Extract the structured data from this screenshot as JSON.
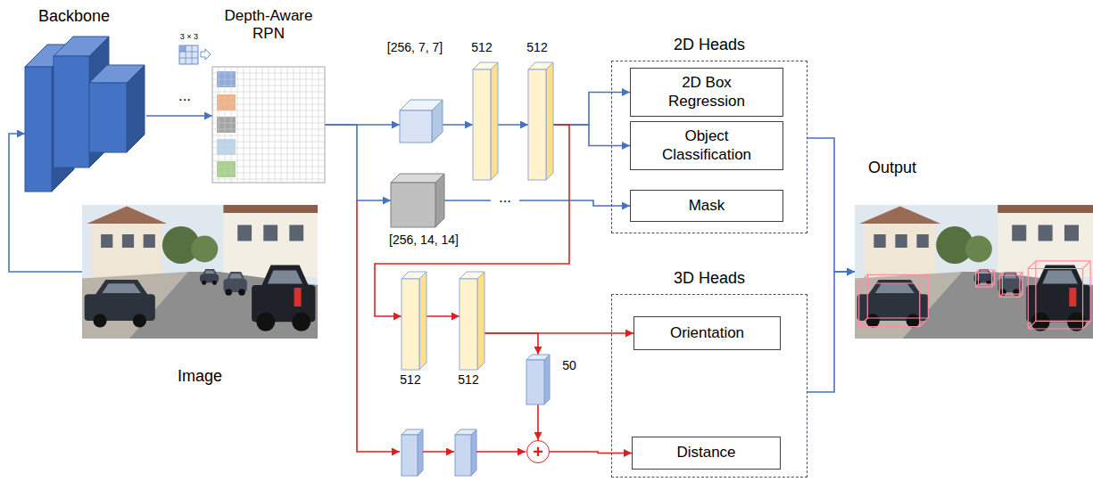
{
  "diagram": {
    "nodes": [
      {
        "text": [
          "Backbone"
        ]
      },
      {
        "text": [
          "Depth-Aware RPN"
        ]
      },
      {
        "text": [
          "Image"
        ]
      },
      {
        "text": [
          "[256, 7, 7]"
        ]
      },
      {
        "text": [
          "512"
        ]
      },
      {
        "text": [
          "512"
        ]
      },
      {
        "text": [
          "[256, 14, 14]"
        ]
      },
      {
        "text": [
          "2D Heads"
        ]
      },
      {
        "text": [
          "2D Box Regression"
        ],
        "in": 7
      },
      {
        "text": [
          "Object Classification"
        ],
        "in": 7
      },
      {
        "text": [
          "Mask"
        ],
        "in": 7
      },
      {
        "text": [
          "512"
        ]
      },
      {
        "text": [
          "512"
        ]
      },
      {
        "text": [
          "50"
        ]
      },
      {
        "text": [
          "+"
        ]
      },
      {
        "text": [
          "3D Heads"
        ]
      },
      {
        "text": [
          "Orientation"
        ],
        "in": 15
      },
      {
        "text": [
          "Distance"
        ],
        "in": 15
      },
      {
        "text": [
          "Output"
        ]
      }
    ],
    "edges": [
      {
        "from": 2,
        "to": 0,
        "arrow": "to"
      },
      {
        "from": 0,
        "to": 1,
        "arrow": "to"
      },
      {
        "from": 1,
        "to": 3,
        "arrow": "to"
      },
      {
        "from": 1,
        "to": 6,
        "arrow": "to"
      },
      {
        "from": 3,
        "to": 4,
        "arrow": "to"
      },
      {
        "from": 4,
        "to": 5,
        "arrow": "to"
      },
      {
        "from": 5,
        "to": 8,
        "arrow": "to"
      },
      {
        "from": 5,
        "to": 9,
        "arrow": "to"
      },
      {
        "from": 6,
        "to": 10,
        "arrow": "to"
      },
      {
        "from": 5,
        "to": 11,
        "arrow": "to"
      },
      {
        "from": 11,
        "to": 12,
        "arrow": "to"
      },
      {
        "from": 12,
        "to": 16,
        "arrow": "to"
      },
      {
        "from": 12,
        "to": 13,
        "arrow": "to"
      },
      {
        "from": 13,
        "to": 14,
        "arrow": "to"
      },
      {
        "from": 14,
        "to": 17,
        "arrow": "to"
      },
      {
        "from": 7,
        "to": 18,
        "arrow": "to"
      },
      {
        "from": 15,
        "to": 18,
        "arrow": "to"
      }
    ],
    "labels": [
      "3 × 3",
      "...",
      "..."
    ]
  }
}
